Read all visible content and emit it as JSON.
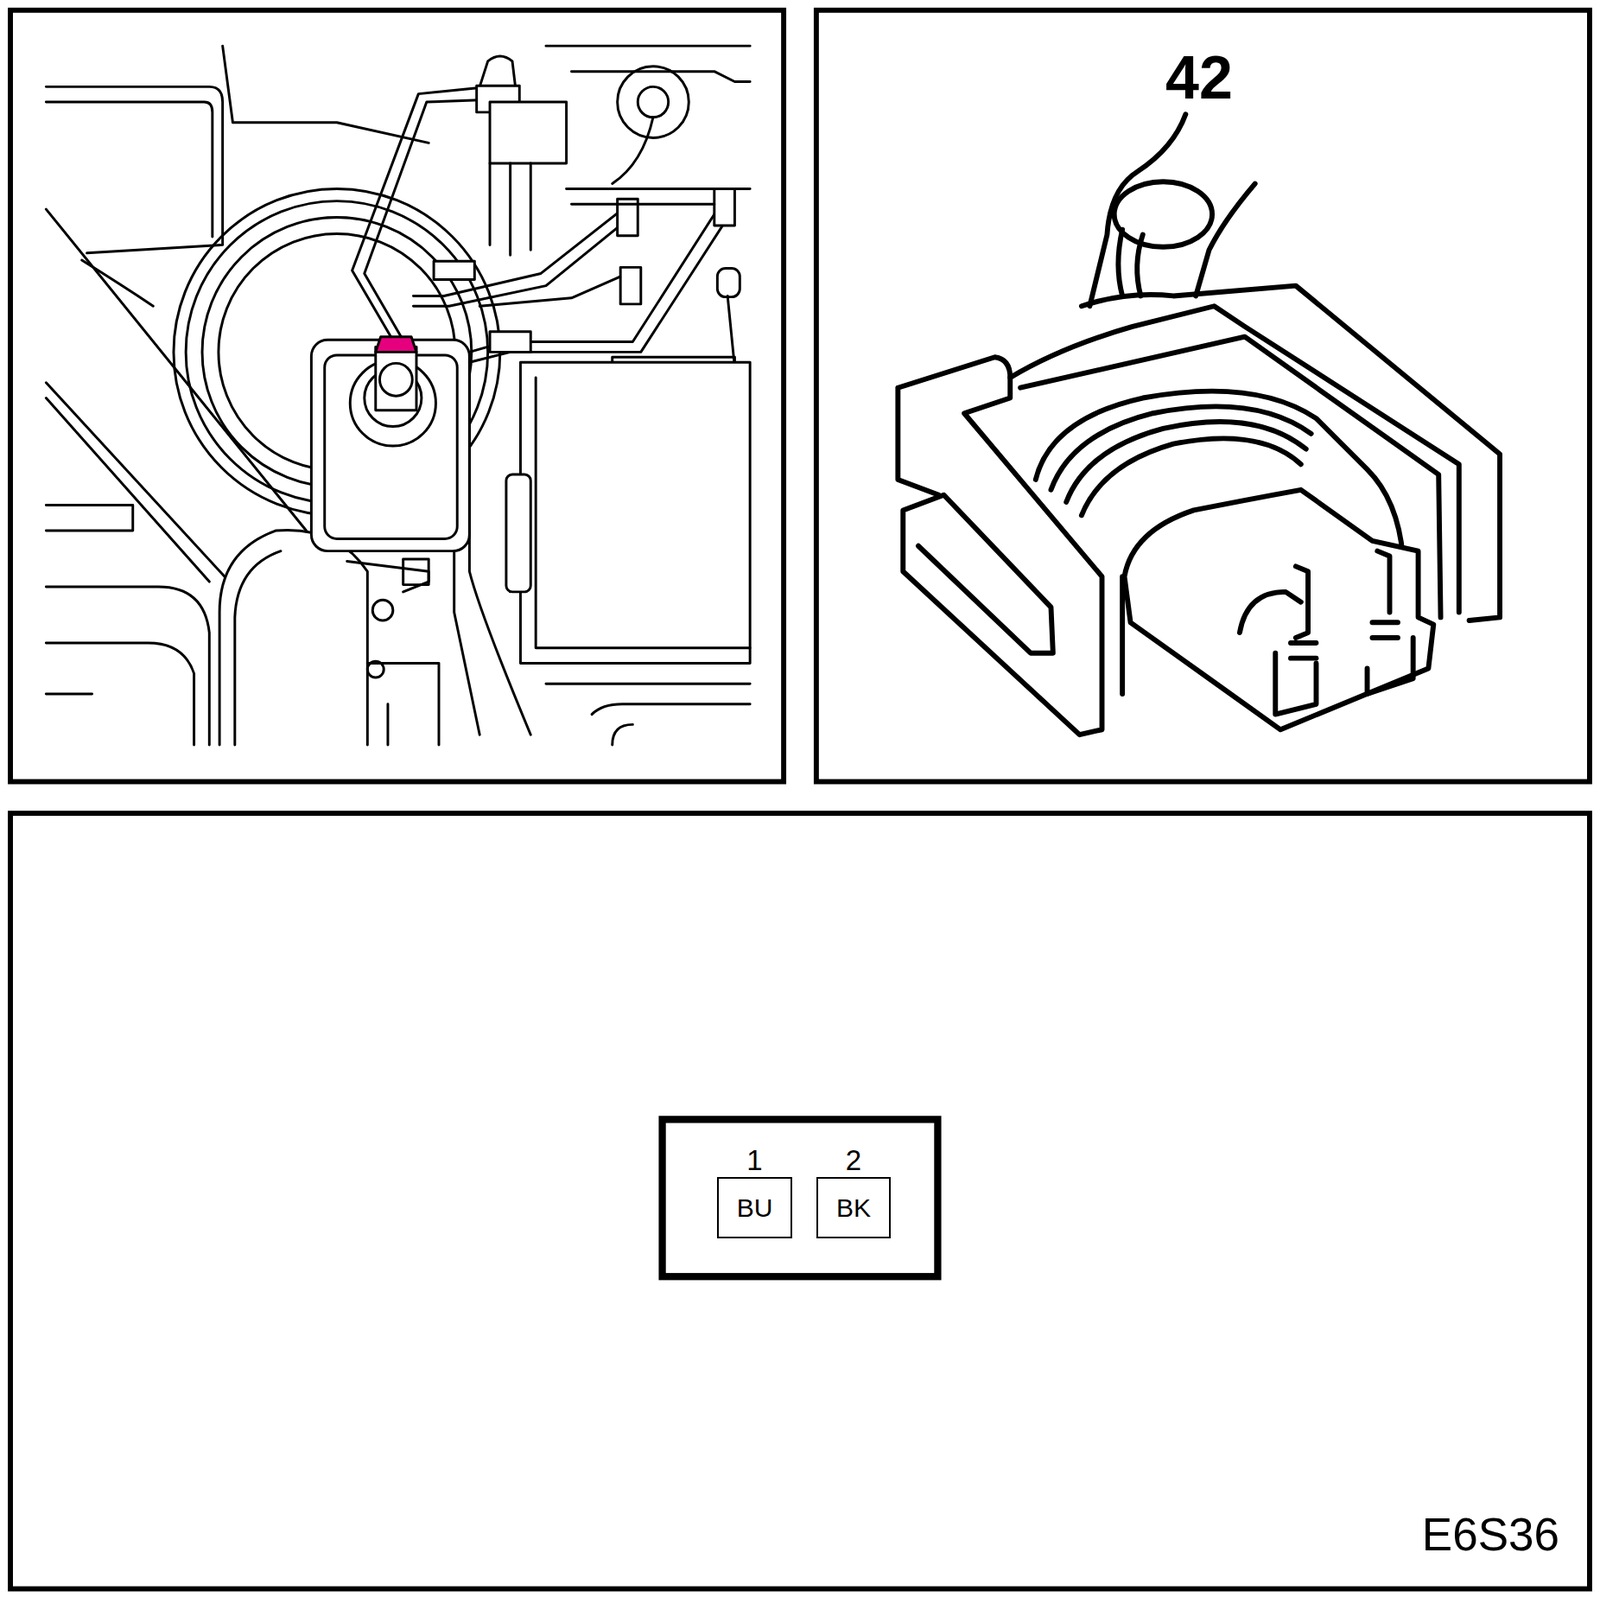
{
  "diagram": {
    "nodes": [
      {
        "text": [
          "1",
          "BU"
        ]
      },
      {
        "text": [
          "2",
          "BK"
        ]
      }
    ],
    "labels": [
      "42",
      "E6S36"
    ]
  }
}
